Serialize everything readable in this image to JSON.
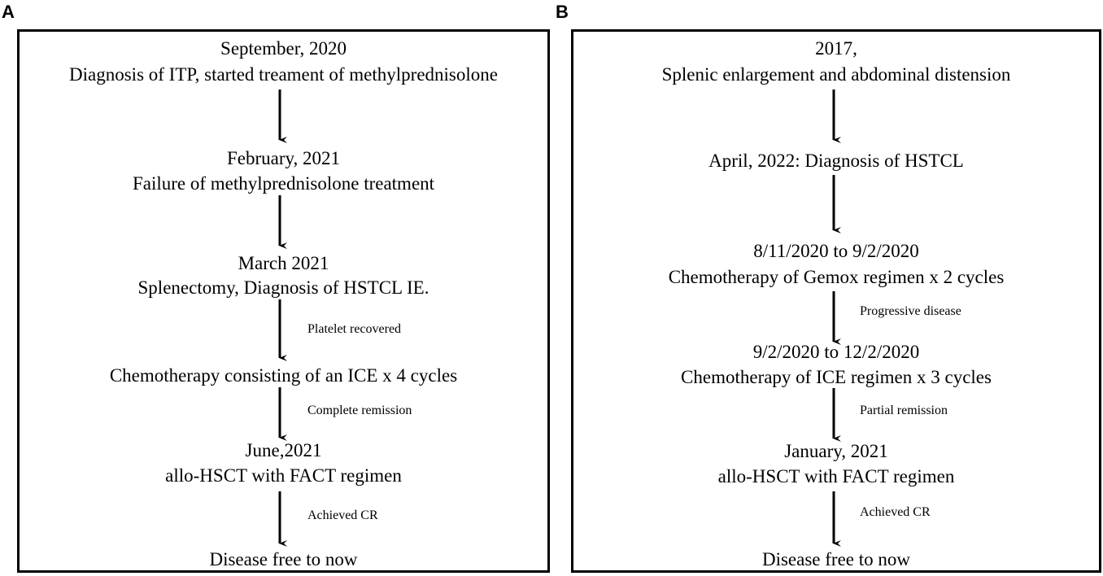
{
  "panel_a": {
    "letter": "A",
    "steps": [
      {
        "date": "September, 2020",
        "text": "Diagnosis of ITP,  started  treament of methylprednisolone"
      },
      {
        "date": "February, 2021",
        "text": "Failure of methylprednisolone treatment"
      },
      {
        "date": "March 2021",
        "text": "Splenectomy, Diagnosis of HSTCL IE."
      },
      {
        "text": "Chemotherapy consisting of an ICE x 4 cycles"
      },
      {
        "date": "June,2021",
        "text": "allo-HSCT with FACT regimen"
      },
      {
        "text": "Disease free to now"
      }
    ],
    "notes": [
      "Platelet recovered",
      "Complete remission",
      "Achieved CR"
    ]
  },
  "panel_b": {
    "letter": "B",
    "steps": [
      {
        "date": "2017,",
        "text": "Splenic enlargement and abdominal distension"
      },
      {
        "text": "April, 2022: Diagnosis of HSTCL"
      },
      {
        "date": "8/11/2020 to 9/2/2020",
        "text": "Chemotherapy of Gemox regimen x 2 cycles"
      },
      {
        "date": "9/2/2020 to 12/2/2020",
        "text": "Chemotherapy of ICE regimen x 3 cycles"
      },
      {
        "date": "January, 2021",
        "text": "allo-HSCT with FACT regimen"
      },
      {
        "text": "Disease free to now"
      }
    ],
    "notes": [
      "Progressive disease",
      "Partial remission",
      "Achieved CR"
    ]
  }
}
